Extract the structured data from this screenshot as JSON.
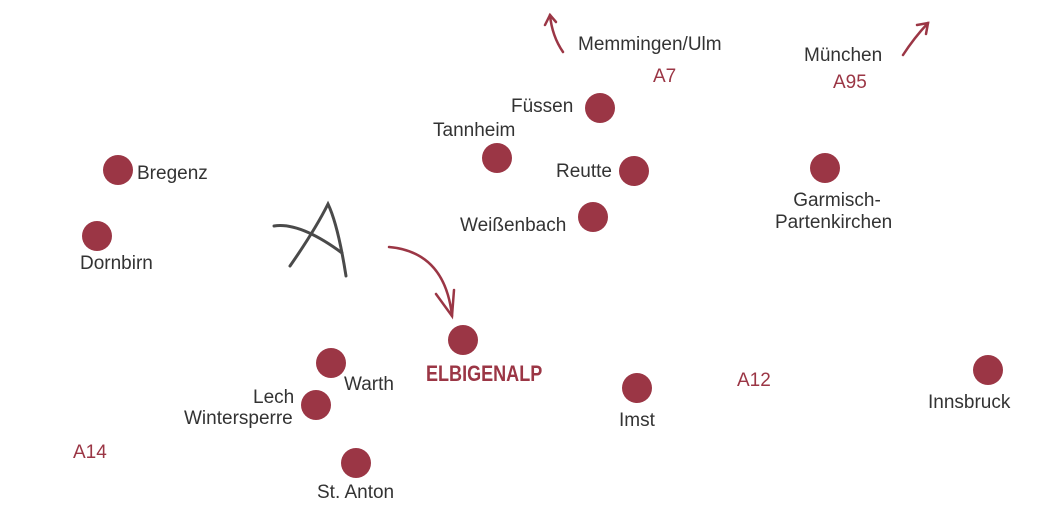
{
  "accent_color": "#9b3645",
  "places": {
    "fuessen": "Füssen",
    "tannheim": "Tannheim",
    "reutte": "Reutte",
    "weissenbach": "Weißenbach",
    "garmisch_1": "Garmisch-",
    "garmisch_2": "Partenkirchen",
    "bregenz": "Bregenz",
    "dornbirn": "Dornbirn",
    "elbigenalp": "ELBIGENALP",
    "warth": "Warth",
    "lech_1": "Lech",
    "lech_2": "Wintersperre",
    "imst": "Imst",
    "innsbruck": "Innsbruck",
    "st_anton": "St. Anton"
  },
  "directions": {
    "memmingen": "Memmingen/Ulm",
    "muenchen": "München"
  },
  "roads": {
    "a7": "A7",
    "a95": "A95",
    "a12": "A12",
    "a14": "A14"
  },
  "logo_letter": "A"
}
